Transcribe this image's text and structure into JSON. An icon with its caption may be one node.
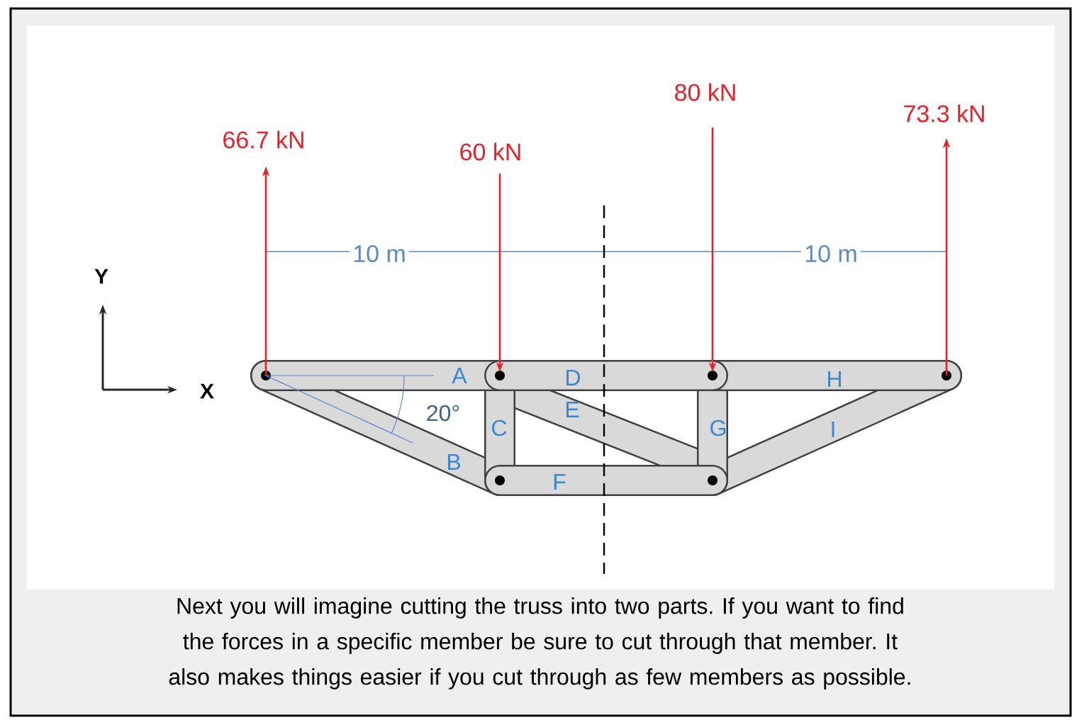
{
  "diagram": {
    "caption": "Next you will imagine cutting the truss into two parts. If you want to find the forces in a specific member be sure to cut through that member. It also makes things easier if you cut through as few members as possible.",
    "labels": [
      "80 kN",
      "73.3 kN",
      "66.7 kN",
      "60 kN",
      "10 m",
      "10 m",
      "Y",
      "A",
      "D",
      "H",
      "X",
      "20°",
      "E",
      "C",
      "G",
      "I",
      "B",
      "F"
    ]
  }
}
